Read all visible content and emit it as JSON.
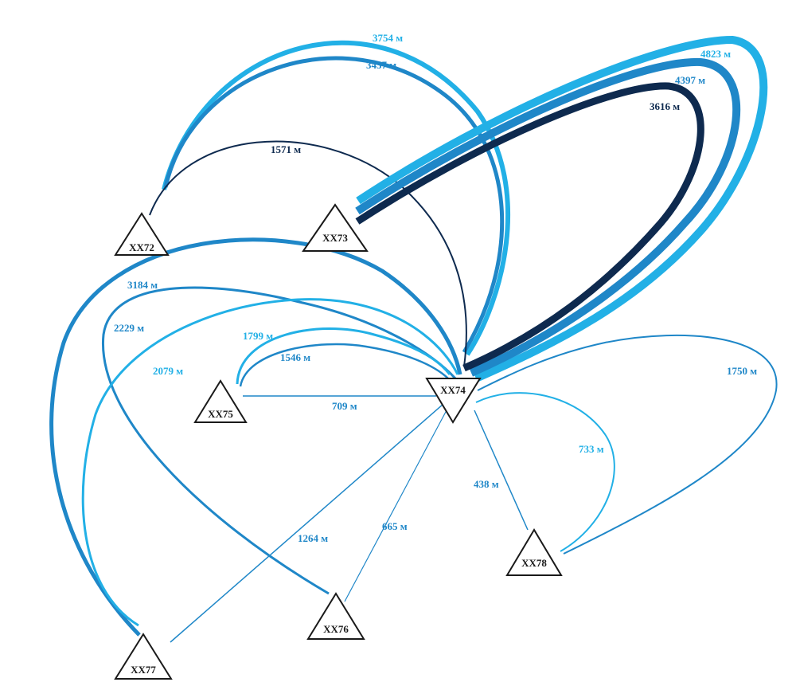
{
  "colors": {
    "light": "#22b0e6",
    "mid": "#1f87c8",
    "dark": "#0e2a4f"
  },
  "nodes": [
    {
      "id": "XX72",
      "label": "XX72",
      "shape": "triangle-up"
    },
    {
      "id": "XX73",
      "label": "XX73",
      "shape": "triangle-up"
    },
    {
      "id": "XX74",
      "label": "XX74",
      "shape": "triangle-down"
    },
    {
      "id": "XX75",
      "label": "XX75",
      "shape": "triangle-up"
    },
    {
      "id": "XX76",
      "label": "XX76",
      "shape": "triangle-up"
    },
    {
      "id": "XX77",
      "label": "XX77",
      "shape": "triangle-up"
    },
    {
      "id": "XX78",
      "label": "XX78",
      "shape": "triangle-up"
    }
  ],
  "edges": [
    {
      "id": "e1",
      "from": "XX72",
      "to": "XX74",
      "label": "3754 м",
      "color": "light"
    },
    {
      "id": "e2",
      "from": "XX72",
      "to": "XX74",
      "label": "3437 м",
      "color": "mid"
    },
    {
      "id": "e3",
      "from": "XX72",
      "to": "XX74",
      "label": "1571 м",
      "color": "dark"
    },
    {
      "id": "e4",
      "from": "XX73",
      "to": "XX74",
      "label": "4823 м",
      "color": "light"
    },
    {
      "id": "e5",
      "from": "XX73",
      "to": "XX74",
      "label": "4397 м",
      "color": "mid"
    },
    {
      "id": "e6",
      "from": "XX73",
      "to": "XX74",
      "label": "3616 м",
      "color": "dark"
    },
    {
      "id": "e7",
      "from": "XX77",
      "to": "XX74",
      "label": "3184 м",
      "color": "mid"
    },
    {
      "id": "e8",
      "from": "XX76",
      "to": "XX74",
      "label": "2229 м",
      "color": "mid"
    },
    {
      "id": "e9",
      "from": "XX77",
      "to": "XX74",
      "label": "2079 м",
      "color": "light"
    },
    {
      "id": "e10",
      "from": "XX75",
      "to": "XX74",
      "label": "1799 м",
      "color": "light"
    },
    {
      "id": "e11",
      "from": "XX75",
      "to": "XX74",
      "label": "1546 м",
      "color": "mid"
    },
    {
      "id": "e12",
      "from": "XX75",
      "to": "XX74",
      "label": "709 м",
      "color": "mid"
    },
    {
      "id": "e13",
      "from": "XX77",
      "to": "XX74",
      "label": "1264 м",
      "color": "mid"
    },
    {
      "id": "e14",
      "from": "XX76",
      "to": "XX74",
      "label": "665 м",
      "color": "mid"
    },
    {
      "id": "e15",
      "from": "XX78",
      "to": "XX74",
      "label": "438 м",
      "color": "mid"
    },
    {
      "id": "e16",
      "from": "XX78",
      "to": "XX74",
      "label": "733 м",
      "color": "light"
    },
    {
      "id": "e17",
      "from": "XX78",
      "to": "XX74",
      "label": "1750 м",
      "color": "mid"
    }
  ]
}
